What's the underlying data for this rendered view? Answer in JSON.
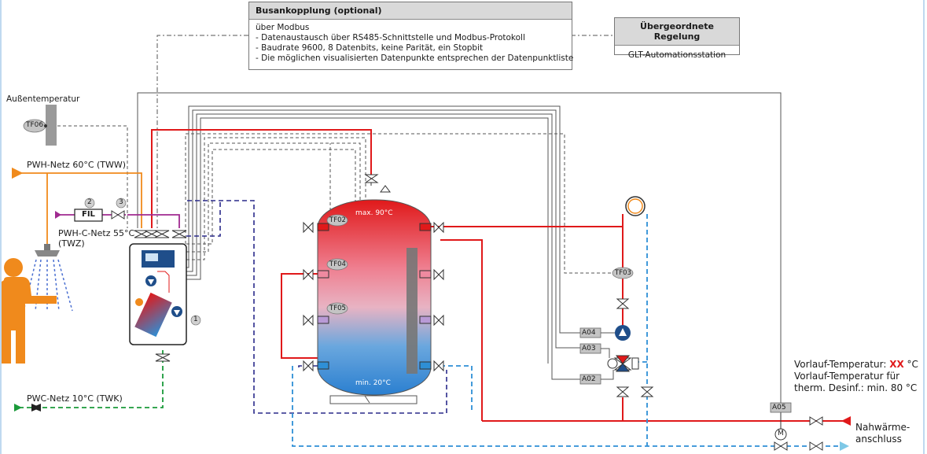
{
  "bus": {
    "title": "Busankopplung (optional)",
    "lines": [
      "über Modbus",
      "- Datenaustausch über RS485-Schnittstelle und Modbus-Protokoll",
      "- Baudrate 9600, 8 Datenbits, keine Parität, ein Stopbit",
      "- Die möglichen visualisierten Datenpunkte entsprechen der Datenpunktliste"
    ]
  },
  "control": {
    "title": "Übergeordnete Regelung",
    "subtitle": "GLT-Automationsstation"
  },
  "labels": {
    "outdoor_temp": "Außentemperatur",
    "pwh": "PWH-Netz 60°C (TWW)",
    "pwhc_line1": "PWH-C-Netz 55°C",
    "pwhc_line2": "(TWZ)",
    "pwc": "PWC-Netz 10°C (TWK)",
    "filter": "FIL",
    "num1": "1",
    "num2": "2",
    "num3": "3",
    "tank_max": "max. 90°C",
    "tank_min": "min. 20°C",
    "nahwaerme1": "Nahwärme-",
    "nahwaerme2": "anschluss",
    "vorlauf1_pre": "Vorlauf-Temperatur: ",
    "vorlauf1_xx": "XX",
    "vorlauf1_post": " °C",
    "vorlauf2": "Vorlauf-Temperatur für",
    "vorlauf3": "therm. Desinf.: min. 80 °C",
    "pump_m": "M"
  },
  "sensors": {
    "tf06": "TF06",
    "tf02": "TF02",
    "tf04": "TF04",
    "tf05": "TF05",
    "tf03": "TF03"
  },
  "outputs": {
    "a04": "A04",
    "a03": "A03",
    "a02": "A02",
    "a05": "A05"
  },
  "colors": {
    "hot": "#e0191a",
    "cold_return": "#2e8fd6",
    "dhw": "#f08a1c",
    "cold_water": "#1a9a3a",
    "dash_blue": "#2a2a8a",
    "signal": "#444444",
    "person": "#f08a1c",
    "shower_water": "#4a6fd1"
  }
}
